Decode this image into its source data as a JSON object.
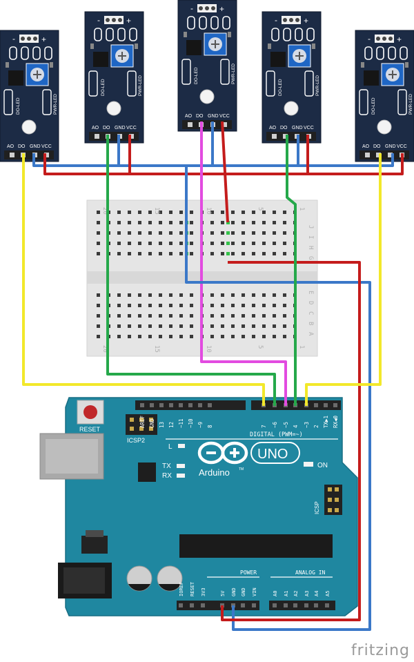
{
  "sensor_module": {
    "minus": "-",
    "plus": "+",
    "led_labels": [
      "DO-LED",
      "PWR-LED"
    ],
    "pins": [
      "AO",
      "DO",
      "GND",
      "VCC"
    ]
  },
  "breadboard": {
    "top_row_letters": [
      "J",
      "I",
      "H",
      "G"
    ],
    "bottom_row_letters": [
      "E",
      "D",
      "C",
      "B",
      "A"
    ],
    "column_numbers": [
      "20",
      "15",
      "10",
      "5",
      "1"
    ]
  },
  "arduino": {
    "reset_label": "RESET",
    "icsp2_label": "ICSP2",
    "icsp_label": "ICSP",
    "top_header_labels": [
      "AREF",
      "GND",
      "13",
      "12",
      "~11",
      "~10",
      "~9",
      "8",
      "7",
      "~6",
      "~5",
      "4",
      "~3",
      "2",
      "TX▶1",
      "RX◀0"
    ],
    "digital_label": "DIGITAL (PWM=~)",
    "led_l": "L",
    "led_tx": "TX",
    "led_rx": "RX",
    "led_on": "ON",
    "logo_text": "Arduino",
    "tm": "TM",
    "uno_badge": "UNO",
    "power_label": "POWER",
    "analog_label": "ANALOG IN",
    "power_pins": [
      "IOREF",
      "RESET",
      "3V3",
      "5V",
      "GND",
      "GND",
      "VIN"
    ],
    "analog_pins": [
      "A0",
      "A1",
      "A2",
      "A3",
      "A4",
      "A5"
    ]
  },
  "watermark": "fritzing",
  "colors": {
    "module_pcb": "#1c2b45",
    "arduino_pcb": "#1f87a0",
    "wire_red": "#c41c1c",
    "wire_blue": "#3b78c8",
    "wire_green": "#25a84a",
    "wire_yellow": "#f2e82a",
    "wire_magenta": "#e24be0",
    "breadboard": "#e6e6e6"
  }
}
